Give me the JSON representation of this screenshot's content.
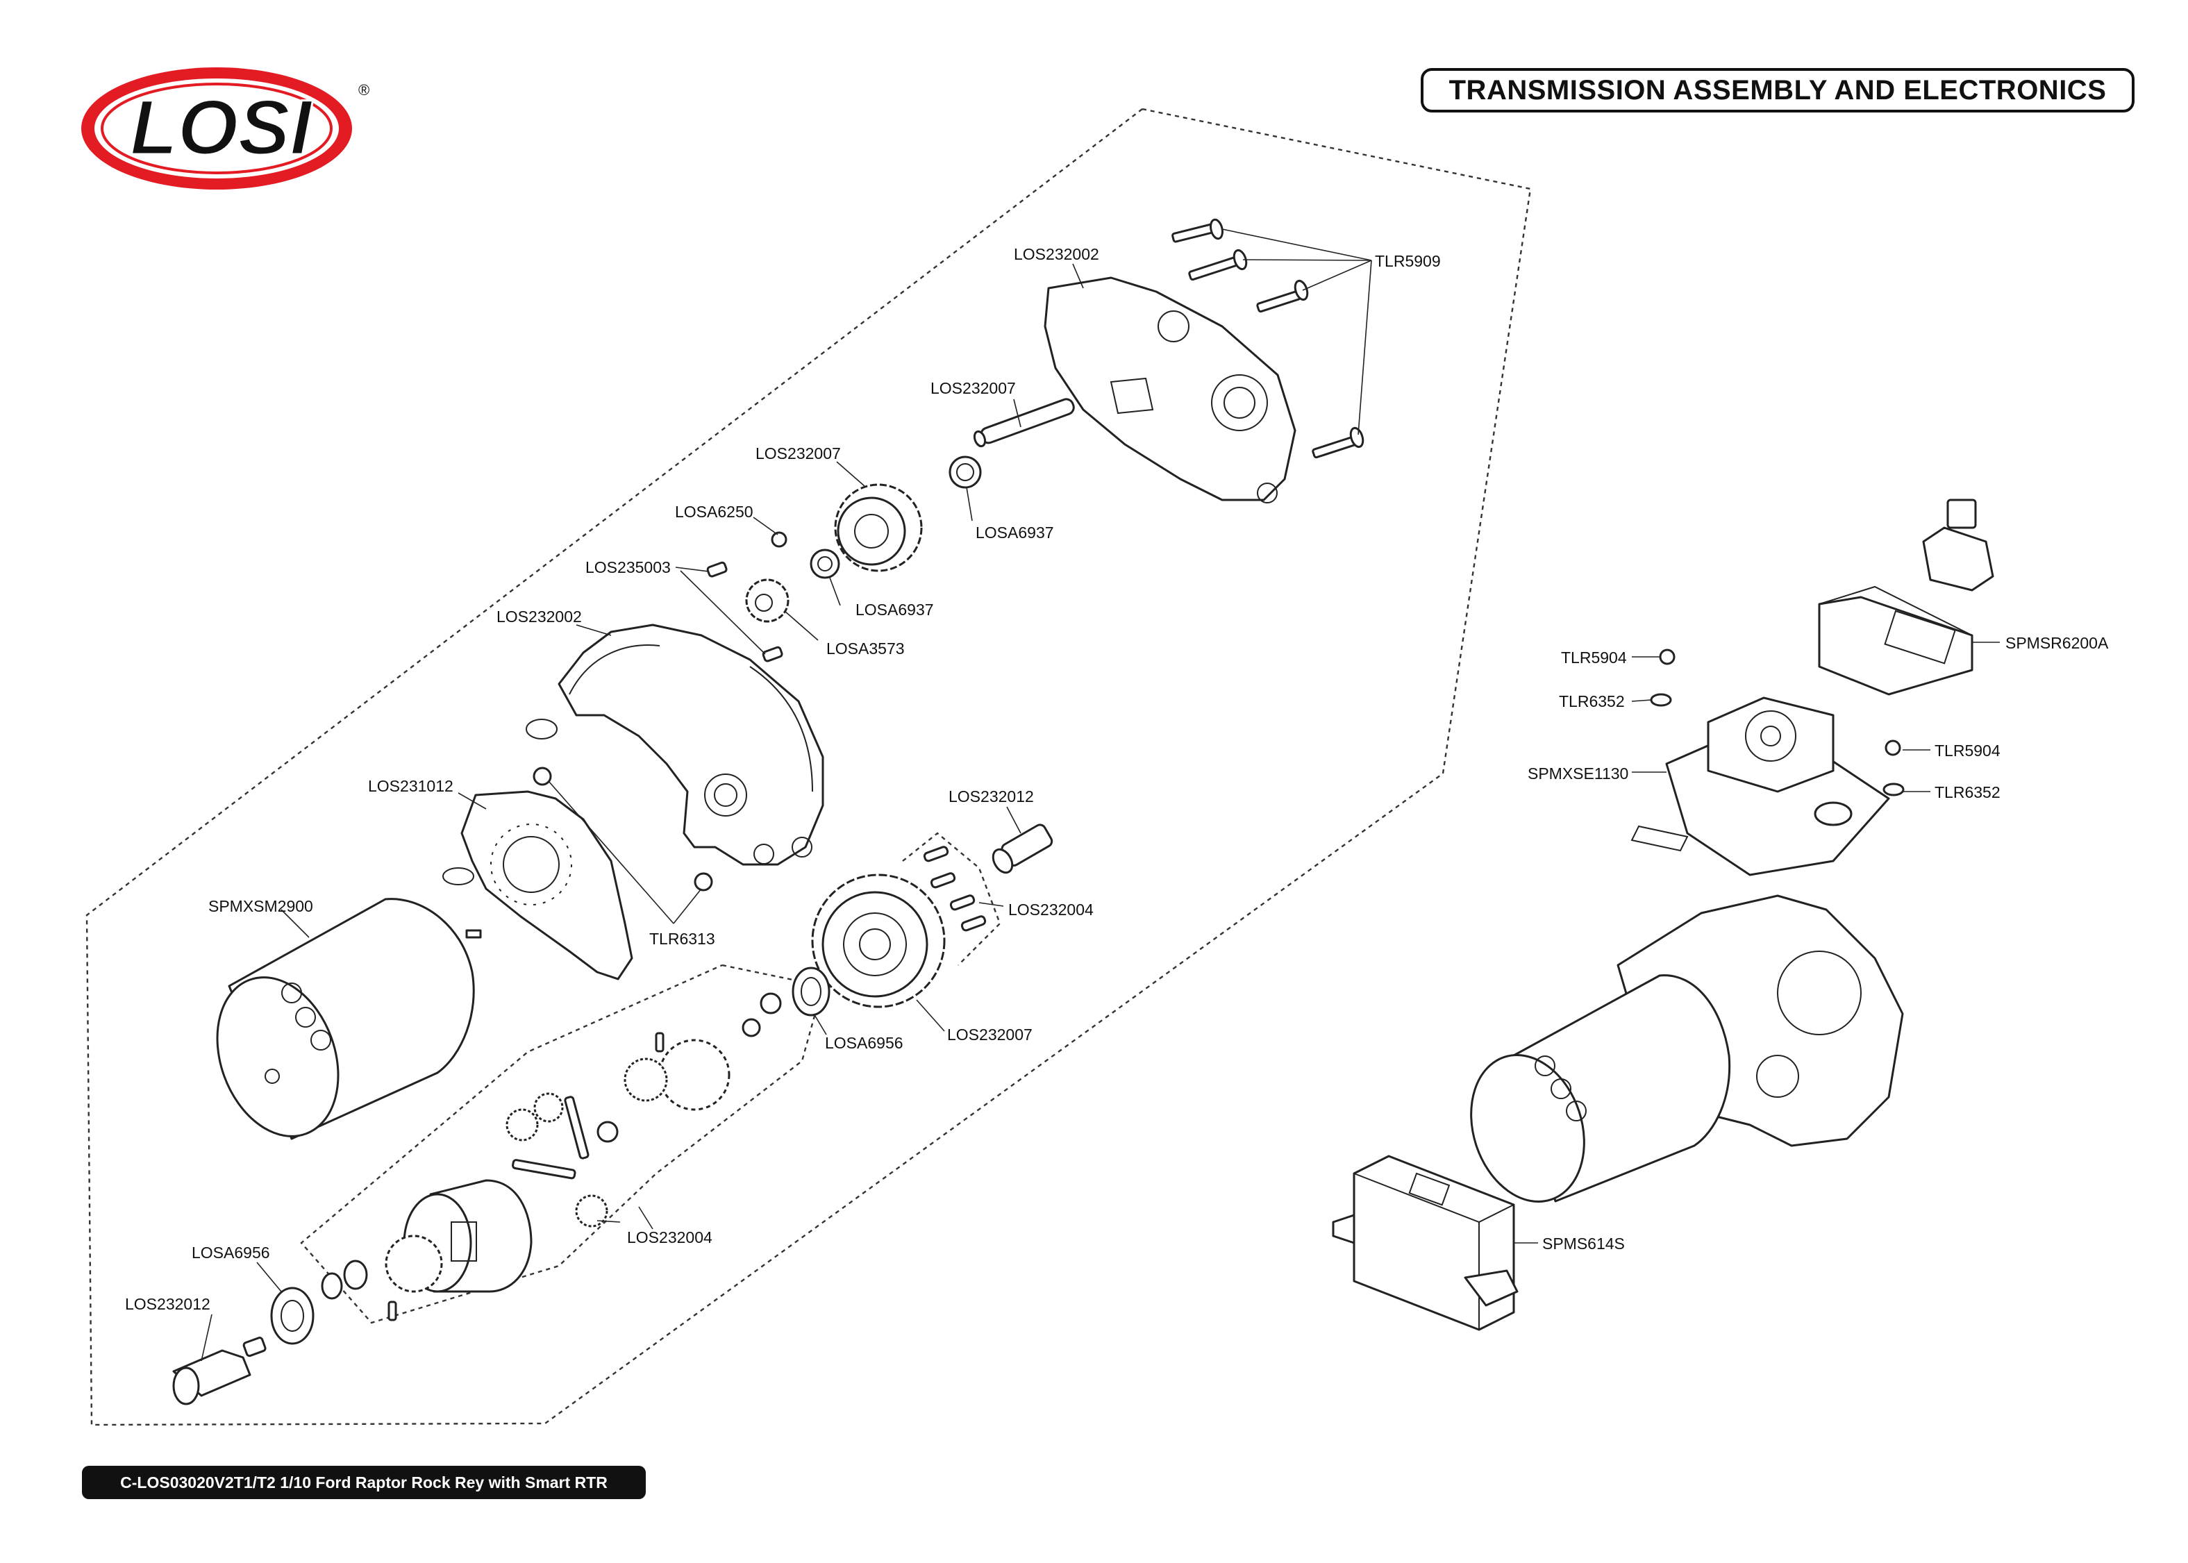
{
  "header": {
    "brand": "LOSI",
    "registered": "®",
    "title": "TRANSMISSION ASSEMBLY AND ELECTRONICS"
  },
  "footer": {
    "model": "C-LOS03020V2T1/T2 1/10 Ford Raptor Rock Rey with Smart RTR"
  },
  "labels": {
    "los232002_top": "LOS232002",
    "tlr5909": "TLR5909",
    "los232007_shaft": "LOS232007",
    "los232007_gear": "LOS232007",
    "losa6937_a": "LOSA6937",
    "losa6250": "LOSA6250",
    "los235003": "LOS235003",
    "losa6937_b": "LOSA6937",
    "losa3573": "LOSA3573",
    "los232002_mid": "LOS232002",
    "los231012": "LOS231012",
    "tlr6313": "TLR6313",
    "spmxsm2900": "SPMXSM2900",
    "los232012_top": "LOS232012",
    "los232004_pins": "LOS232004",
    "losa6956_a": "LOSA6956",
    "los232007_spur": "LOS232007",
    "los232004_diff": "LOS232004",
    "losa6956_b": "LOSA6956",
    "los232012_bottom": "LOS232012",
    "tlr5904_a": "TLR5904",
    "tlr6352_a": "TLR6352",
    "spmsr6200a": "SPMSR6200A",
    "spmxse1130": "SPMXSE1130",
    "tlr5904_b": "TLR5904",
    "tlr6352_b": "TLR6352",
    "spms614s": "SPMS614S"
  },
  "colors": {
    "logo_red": "#e31b23",
    "logo_black": "#111111",
    "ink": "#111111"
  },
  "icons": {
    "logo": "losi-oval-logo",
    "motor": "brushed-motor-illustration",
    "gear": "spur-gear-illustration",
    "esc": "esc-fan-illustration",
    "receiver": "receiver-illustration",
    "servo": "servo-illustration"
  }
}
